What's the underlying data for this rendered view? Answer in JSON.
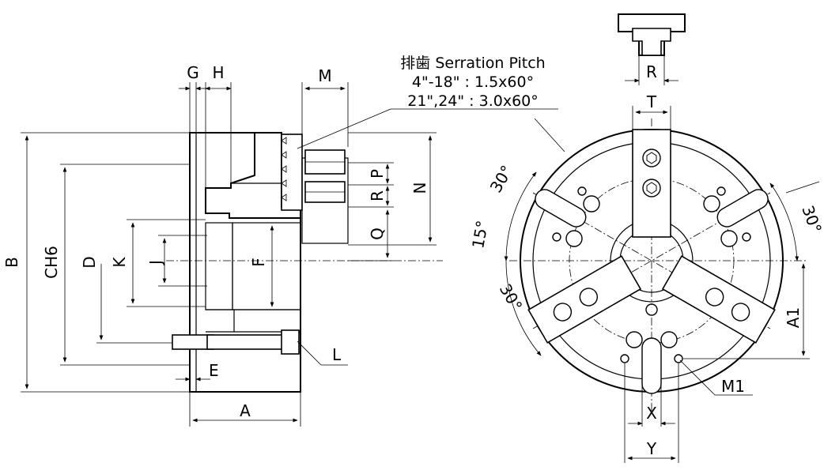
{
  "note": {
    "line1": "排歯 Serration Pitch",
    "line2": "4\"-18\" : 1.5x60°",
    "line3": "21\",24\" : 3.0x60°"
  },
  "labels": {
    "B": "B",
    "CH6": "CH6",
    "D": "D",
    "K": "K",
    "J": "J",
    "F": "F",
    "G": "G",
    "H": "H",
    "M": "M",
    "N": "N",
    "P": "P",
    "R_side": "R",
    "Q": "Q",
    "L": "L",
    "E": "E",
    "A": "A",
    "R_top": "R",
    "T": "T",
    "X": "X",
    "Y": "Y",
    "A1": "A1",
    "M1": "M1",
    "ang_30_a": "30°",
    "ang_15": "15°",
    "ang_30_b": "30°",
    "ang_30_c": "30°"
  }
}
